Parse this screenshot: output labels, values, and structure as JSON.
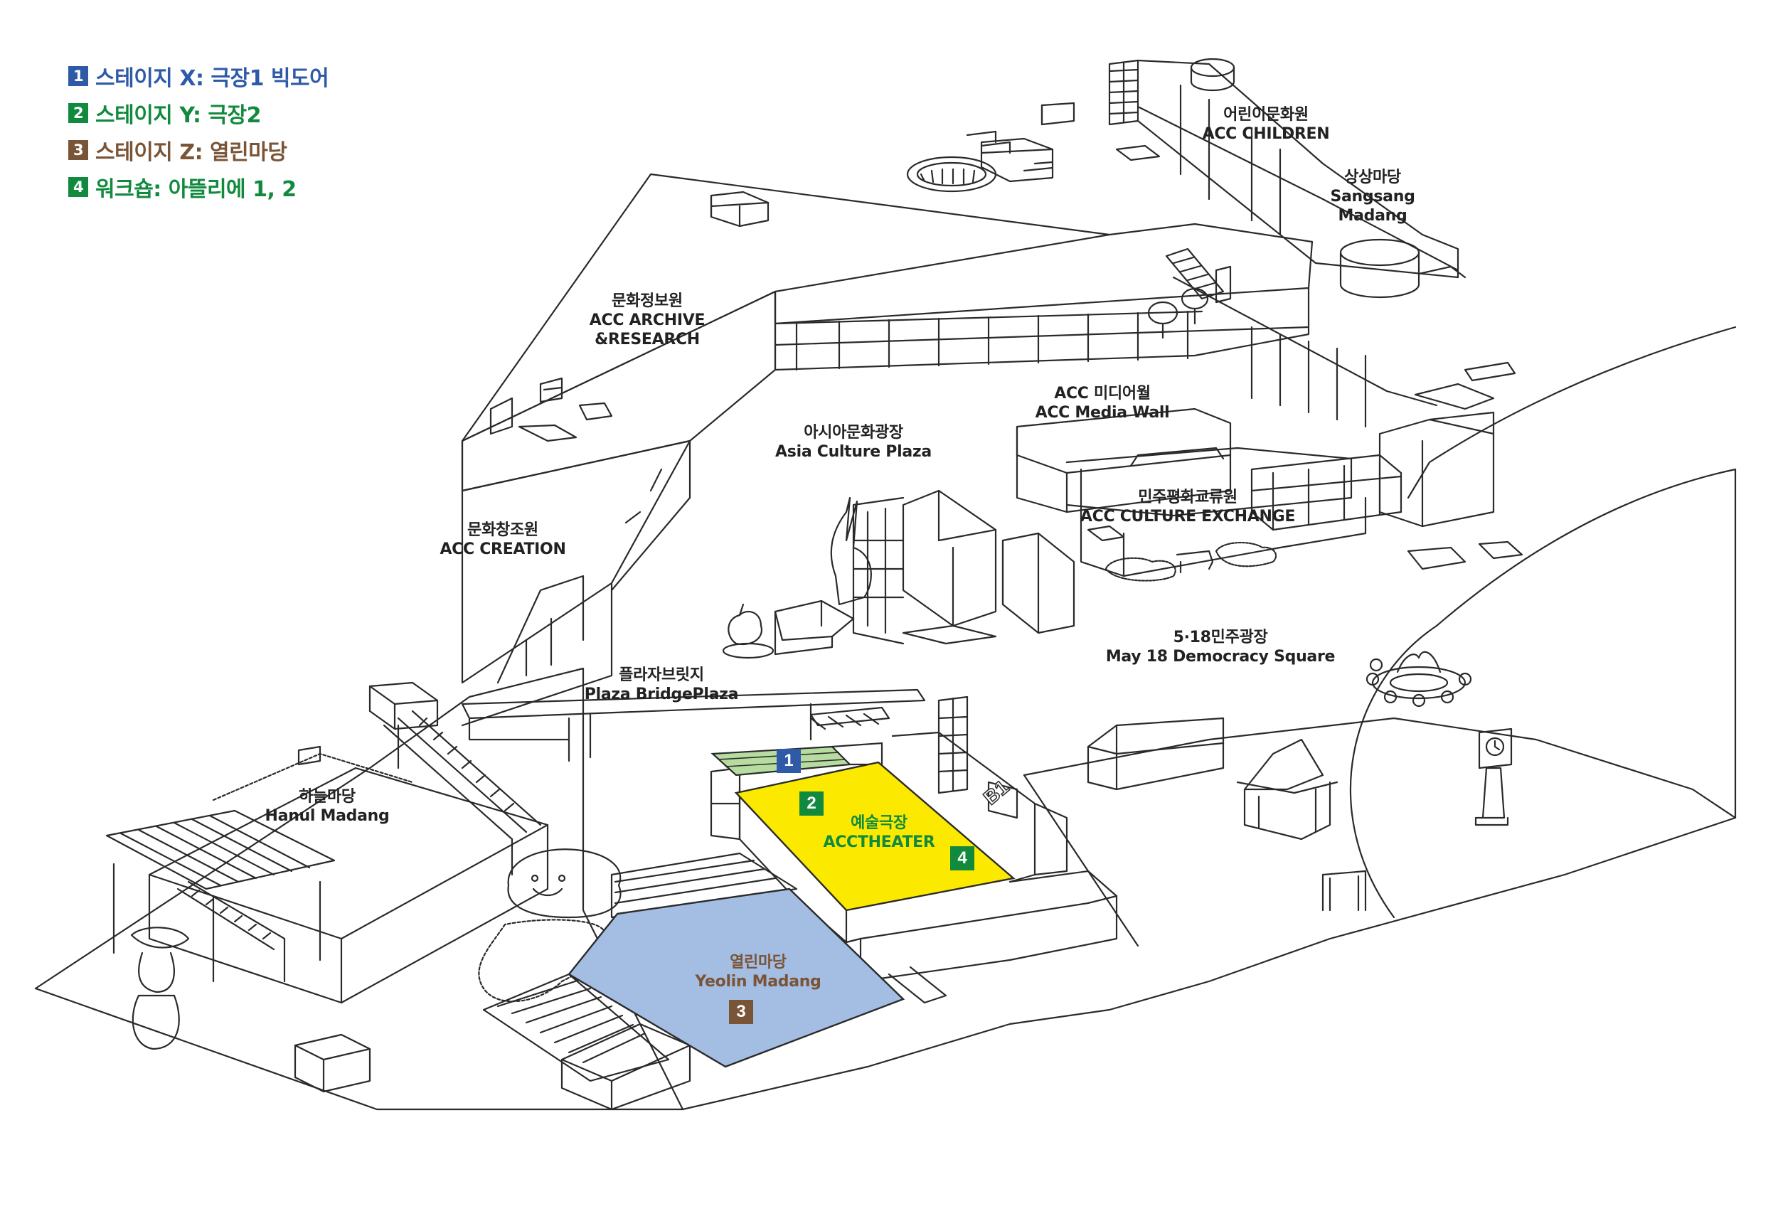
{
  "colors": {
    "stage_x": "#2e5aa8",
    "stage_y": "#118a3e",
    "stage_z": "#7a5436",
    "workshop": "#118a3e",
    "theater_fill": "#fbe900",
    "yeolin_fill": "#a3bde3",
    "seats_fill": "#b7dca0",
    "outline": "#2a2a2a"
  },
  "legend": [
    {
      "num": "1",
      "text": "스테이지 X: 극장1 빅도어",
      "color": "#2e5aa8"
    },
    {
      "num": "2",
      "text": "스테이지 Y: 극장2",
      "color": "#118a3e"
    },
    {
      "num": "3",
      "text": "스테이지 Z: 열린마당",
      "color": "#7a5436"
    },
    {
      "num": "4",
      "text": "워크숍: 아뜰리에 1, 2",
      "color": "#118a3e"
    }
  ],
  "places": {
    "children": {
      "ko": "어린이문화원",
      "en": "ACC CHILDREN"
    },
    "sangsang": {
      "ko": "상상마당",
      "en1": "Sangsang",
      "en2": "Madang"
    },
    "archive": {
      "ko": "문화정보원",
      "en1": "ACC ARCHIVE",
      "en2": "&RESEARCH"
    },
    "media_wall": {
      "ko": "ACC 미디어월",
      "en": "ACC Media Wall"
    },
    "asia_plaza": {
      "ko": "아시아문화광장",
      "en": "Asia Culture Plaza"
    },
    "exchange": {
      "ko": "민주평화교류원",
      "en": "ACC CULTURE EXCHANGE"
    },
    "creation": {
      "ko": "문화창조원",
      "en": "ACC CREATION"
    },
    "square": {
      "ko": "5·18민주광장",
      "en": "May 18 Democracy Square"
    },
    "bridge": {
      "ko": "플라자브릿지",
      "en": "Plaza BridgePlaza"
    },
    "hanul": {
      "ko": "하늘마당",
      "en": "Hanul Madang"
    },
    "theater": {
      "ko": "예술극장",
      "en": "ACCTHEATER"
    },
    "yeolin": {
      "ko": "열린마당",
      "en": "Yeolin Madang"
    }
  },
  "markers": {
    "m1": "1",
    "m2": "2",
    "m3": "3",
    "m4": "4"
  },
  "b1_sign": "B1"
}
